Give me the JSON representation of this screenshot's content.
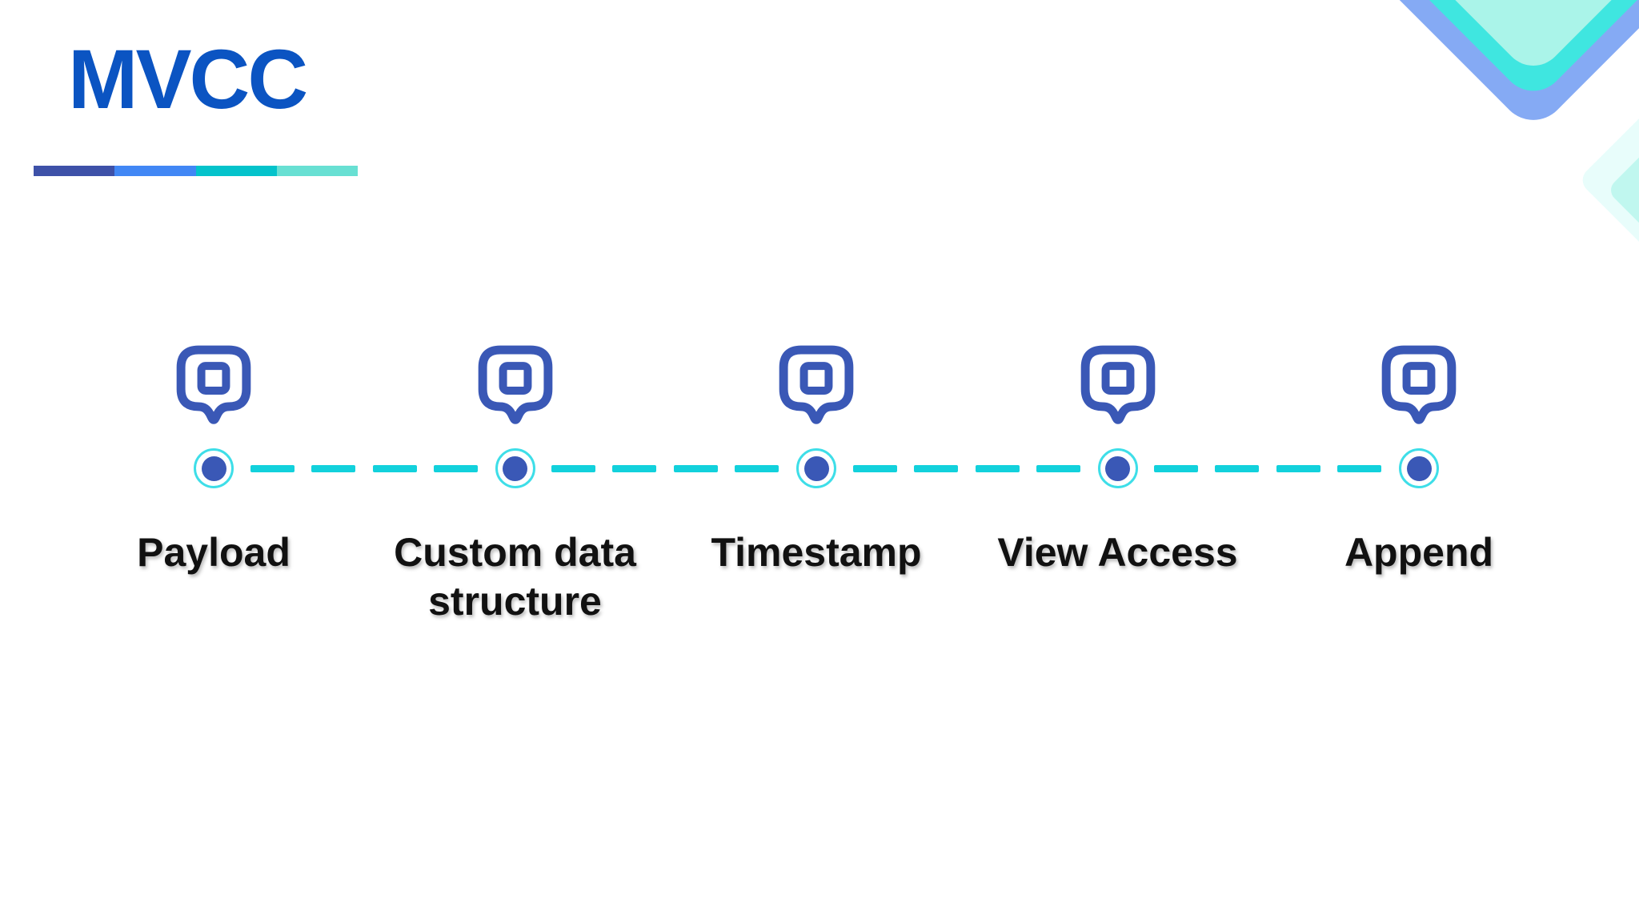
{
  "slide": {
    "title": "MVCC",
    "marker_icon": "square-location-pin-icon",
    "timeline": {
      "items": [
        {
          "label": "Payload"
        },
        {
          "label": "Custom data structure"
        },
        {
          "label": "Timestamp"
        },
        {
          "label": "View Access"
        },
        {
          "label": "Append"
        }
      ]
    }
  },
  "colors": {
    "title_blue": "#0b54c2",
    "pin_blue": "#3a58b6",
    "dot_blue": "#3a58b6",
    "dash_cyan": "#12d1dc",
    "ring_cyan": "#3edee8",
    "label_black": "#111111",
    "bar_seg_1": "#3e51a8",
    "bar_seg_2": "#4187f5",
    "bar_seg_3": "#04c3cb",
    "bar_seg_4": "#68e0d3",
    "corner_diamond_blue": "#85aaf4",
    "corner_diamond_cyan": "#3fe6e0",
    "corner_diamond_mint": "#aaf4e9",
    "side_diamond_pale": "#e8fdfb",
    "side_diamond_mint": "#c0f7ef"
  }
}
